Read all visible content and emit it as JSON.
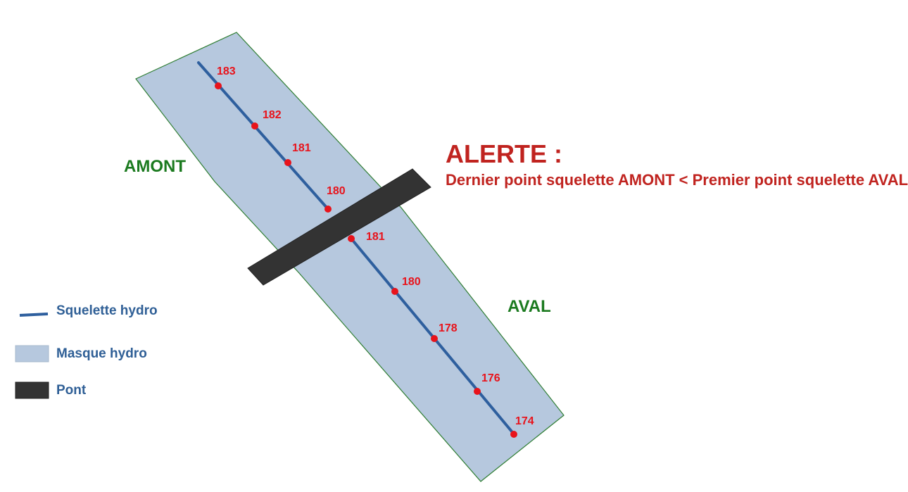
{
  "colors": {
    "mask_fill": "#b6c8de",
    "mask_stroke": "#2e7d32",
    "skeleton": "#2e5f9e",
    "point": "#e8131b",
    "bridge": "#333333",
    "zone_text": "#1b7a1f",
    "alert_text": "#c0231f",
    "legend_text": "#2f5f96"
  },
  "zones": {
    "upstream": "AMONT",
    "downstream": "AVAL"
  },
  "alert": {
    "title": "ALERTE :",
    "message": "Dernier point squelette AMONT < Premier point squelette AVAL"
  },
  "skeleton_points": {
    "upstream": [
      "183",
      "182",
      "181",
      "180"
    ],
    "downstream": [
      "181",
      "180",
      "178",
      "176",
      "174"
    ]
  },
  "legend": [
    {
      "icon": "skeleton-line-icon",
      "label": "Squelette hydro"
    },
    {
      "icon": "mask-swatch-icon",
      "label": "Masque hydro"
    },
    {
      "icon": "bridge-swatch-icon",
      "label": "Pont"
    }
  ]
}
